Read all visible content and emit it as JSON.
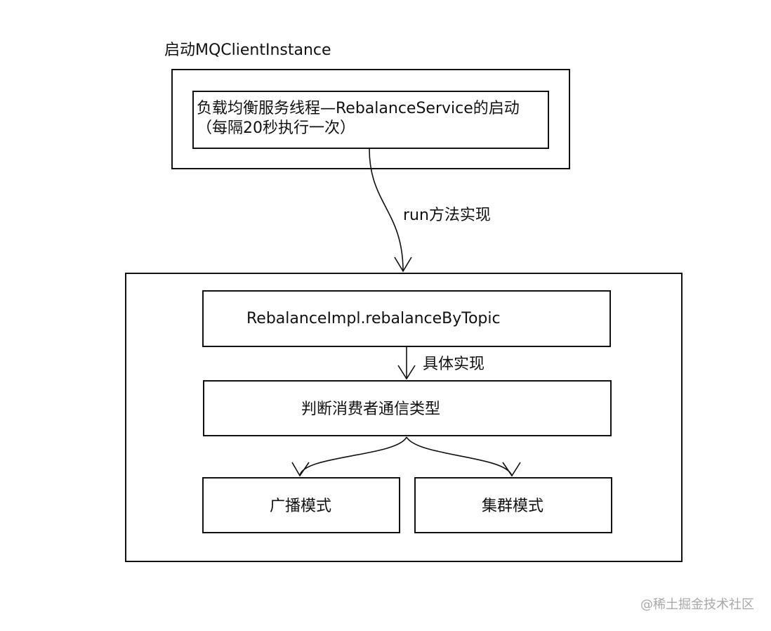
{
  "outer_top": {
    "title": "启动MQClientInstance",
    "inner_line1": "负载均衡服务线程—RebalanceService的启动",
    "inner_line2": "（每隔20秒执行一次）"
  },
  "edge_run": "run方法实现",
  "outer_bottom": {
    "rebalance_box": "RebalanceImpl.rebalanceByTopic",
    "edge_impl": "具体实现",
    "judge_box": "判断消费者通信类型",
    "broadcast_box": "广播模式",
    "cluster_box": "集群模式"
  },
  "watermark": "@稀土掘金技术社区",
  "colors": {
    "line": "#111111",
    "watermark": "#a8a8a8"
  }
}
